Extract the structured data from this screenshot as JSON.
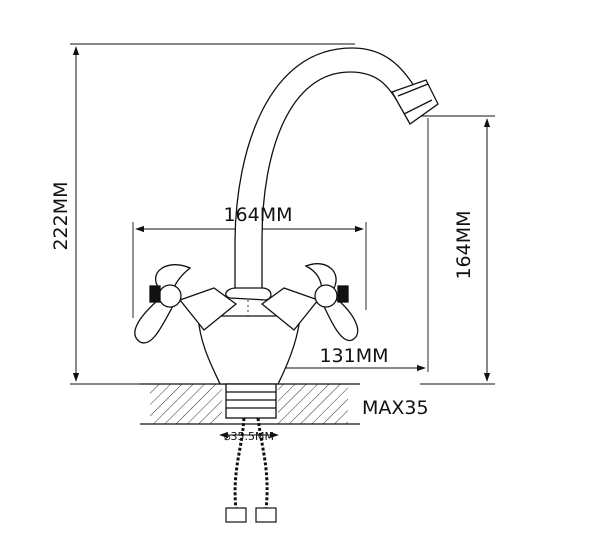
{
  "dimensions": {
    "total_height": "222MM",
    "handle_span": "164MM",
    "spout_height": "164MM",
    "spout_reach": "131MM",
    "max_thickness": "MAX35",
    "hole_diameter": "⌀35.5MM"
  },
  "colors": {
    "line": "#111111",
    "hatch": "#333333",
    "background": "#ffffff"
  }
}
